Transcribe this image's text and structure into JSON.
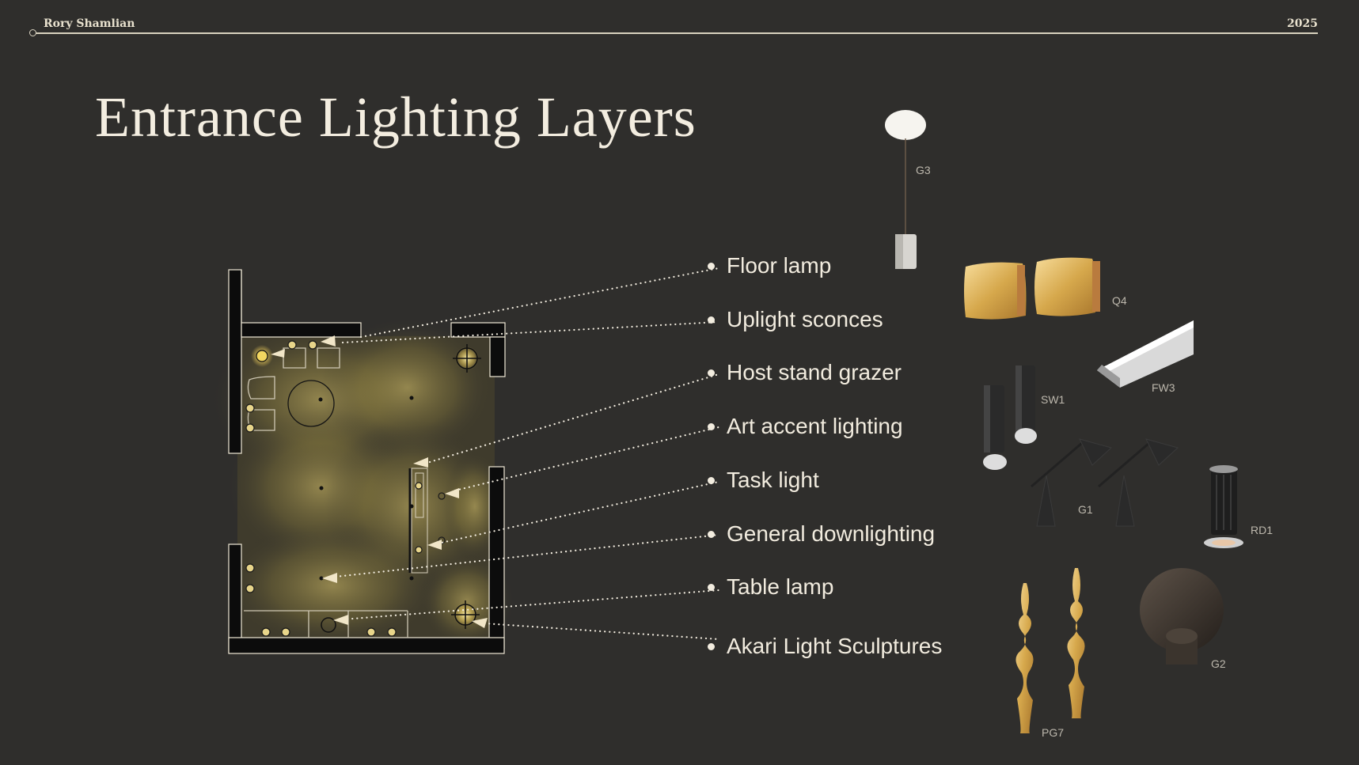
{
  "header": {
    "author": "Rory Shamlian",
    "year": "2025"
  },
  "title": "Entrance Lighting Layers",
  "legend": [
    "Floor lamp",
    "Uplight sconces",
    "Host stand grazer",
    "Art accent lighting",
    "Task light",
    "General downlighting",
    "Table lamp",
    "Akari Light Sculptures"
  ],
  "products": {
    "g3": "G3",
    "q4": "Q4",
    "fw3": "FW3",
    "sw1": "SW1",
    "g1": "G1",
    "rd1": "RD1",
    "pg7": "PG7",
    "g2": "G2"
  },
  "colors": {
    "background": "#2f2e2c",
    "text": "#f2ecdf",
    "glow": "#d9c36a",
    "brass": "#d6a84c"
  }
}
